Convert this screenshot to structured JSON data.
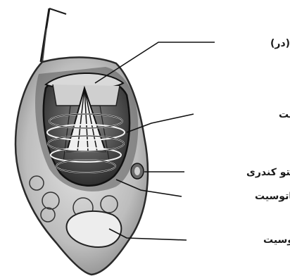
{
  "diagram": {
    "labels": {
      "lid": "سرپوش(در)",
      "thread": "رشته مارپیچی نماتوسیت",
      "mitochondria": "میتو کندری",
      "capsule": "کپسول نماتوسیت",
      "nucleus": "هسته کنیدوسیت"
    }
  }
}
